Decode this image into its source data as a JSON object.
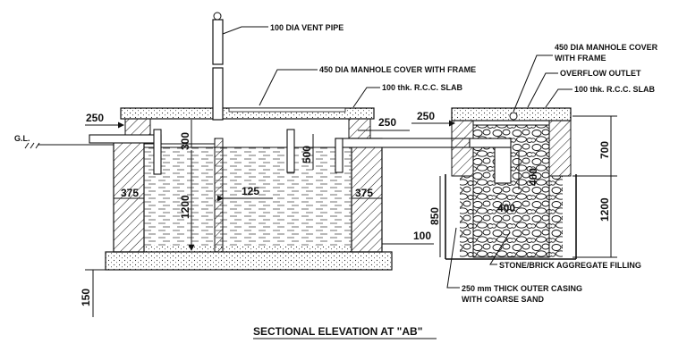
{
  "title": "SECTIONAL ELEVATION AT \"AB\"",
  "labels": {
    "vent_pipe": "100 DIA VENT PIPE",
    "manhole_cover_left": "450 DIA MANHOLE COVER WITH FRAME",
    "rcc_slab_left": "100 thk. R.C.C. SLAB",
    "manhole_cover_right_1": "450 DIA MANHOLE COVER",
    "manhole_cover_right_2": "WITH FRAME",
    "overflow_outlet": "OVERFLOW OUTLET",
    "rcc_slab_right": "100 thk. R.C.C. SLAB",
    "gl": "G.L.",
    "aggregate": "STONE/BRICK AGGREGATE FILLING",
    "casing_1": "250 mm THICK OUTER CASING",
    "casing_2": "WITH COARSE SAND"
  },
  "dimensions": {
    "d250_left": "250",
    "d300": "300",
    "d500": "500",
    "d250_mid": "250",
    "d250_right": "250",
    "d700": "700",
    "d1200_left": "1200",
    "d125": "125",
    "d375_left": "375",
    "d375_right": "375",
    "d400_vert": "400",
    "d400": "400",
    "d1200_right": "1200",
    "d850": "850",
    "d100": "100",
    "d150": "150"
  }
}
